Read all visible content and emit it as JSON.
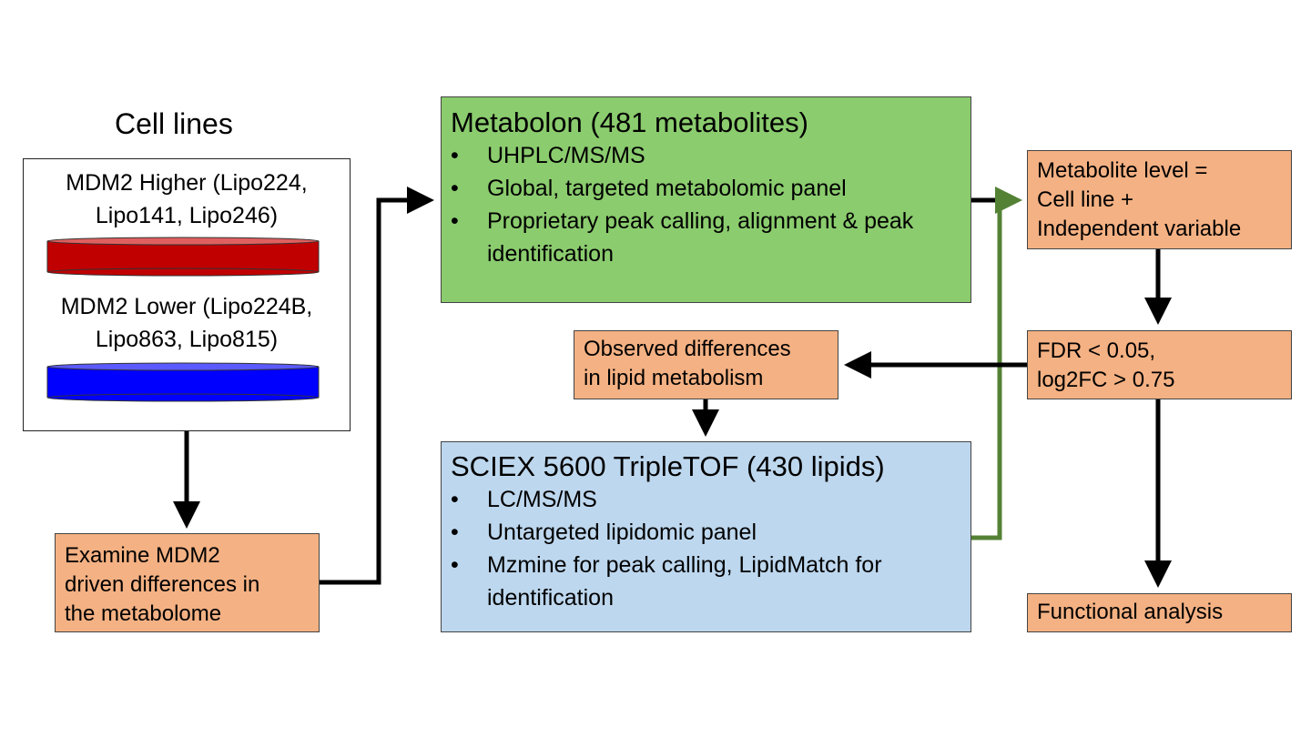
{
  "cell_lines": {
    "title": "Cell lines",
    "higher_line1": "MDM2 Higher (Lipo224,",
    "higher_line2": "Lipo141, Lipo246)",
    "lower_line1": "MDM2 Lower (Lipo224B,",
    "lower_line2": "Lipo863, Lipo815)",
    "higher_color": "#c00000",
    "lower_color": "#0000ff"
  },
  "examine": {
    "lines": [
      "Examine MDM2",
      "driven differences in",
      "the metabolome"
    ]
  },
  "metabolon": {
    "title": "Metabolon (481 metabolites)",
    "bullets": [
      "UHPLC/MS/MS",
      "Global, targeted metabolomic panel",
      "Proprietary peak calling, alignment & peak identification"
    ],
    "color": "#8bcc6e"
  },
  "sciex": {
    "title": "SCIEX 5600 TripleTOF (430 lipids)",
    "bullets": [
      "LC/MS/MS",
      "Untargeted lipidomic panel",
      "Mzmine for peak calling, LipidMatch for identification"
    ],
    "color": "#bdd7ee"
  },
  "observed": {
    "lines": [
      "Observed differences",
      "in lipid metabolism"
    ]
  },
  "metabolite_level": {
    "lines": [
      "Metabolite level =",
      "Cell line +",
      "Independent variable"
    ]
  },
  "fdr": {
    "lines": [
      "FDR < 0.05,",
      "log2FC > 0.75"
    ]
  },
  "functional": {
    "label": "Functional analysis"
  },
  "colors": {
    "orange": "#f4b183",
    "arrow_black": "#000000",
    "arrow_green": "#548235"
  }
}
